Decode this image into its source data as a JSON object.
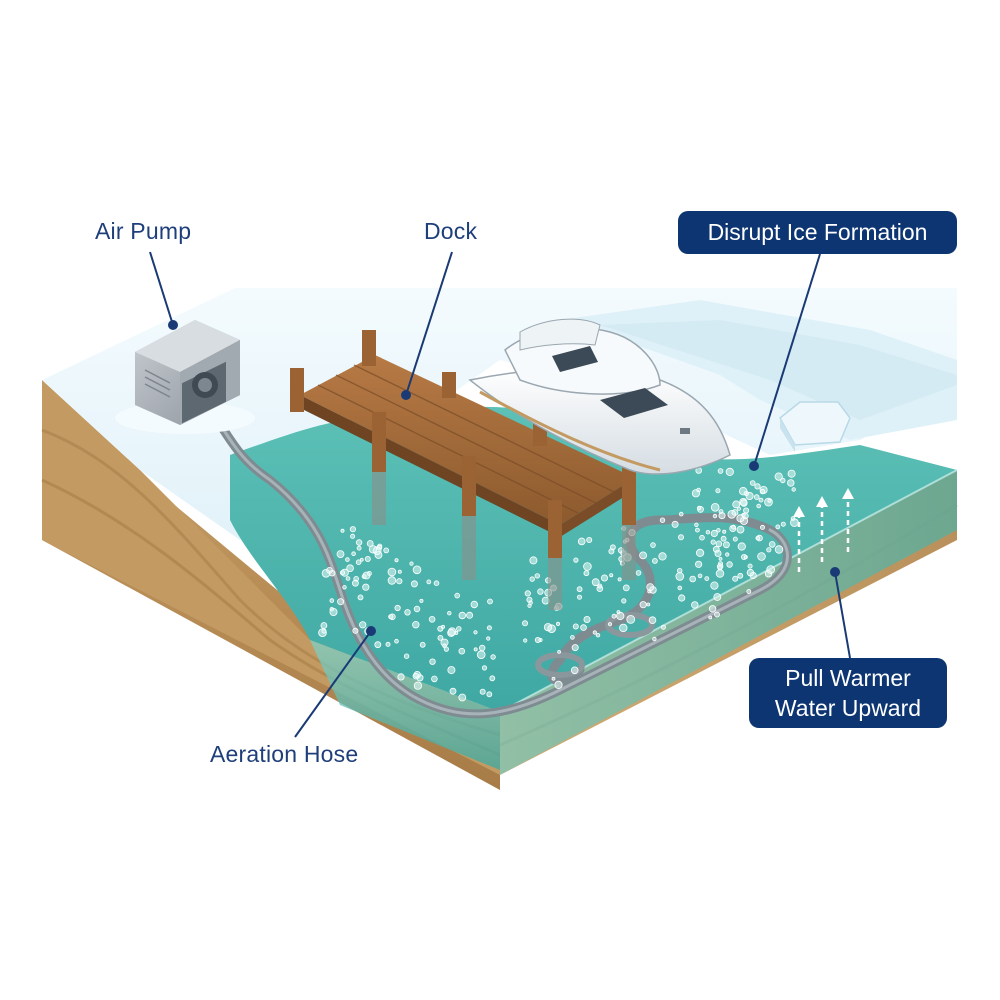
{
  "labels": {
    "air_pump": "Air Pump",
    "dock": "Dock",
    "aeration_hose": "Aeration Hose",
    "disrupt_ice_formation": "Disrupt Ice Formation",
    "pull_warmer_line1": "Pull Warmer",
    "pull_warmer_line2": "Water Upward"
  },
  "colors": {
    "label_text": "#1f3f7a",
    "pill_background": "#0d3572",
    "leader_line": "#1a3a75",
    "water": "#4fb7b0",
    "ice": "#eaf6fb",
    "soil": "#c49a63",
    "wood": "#a8693a"
  },
  "icons": [
    "air-pump-icon",
    "boat-icon",
    "dock-icon",
    "up-arrow-icon"
  ]
}
